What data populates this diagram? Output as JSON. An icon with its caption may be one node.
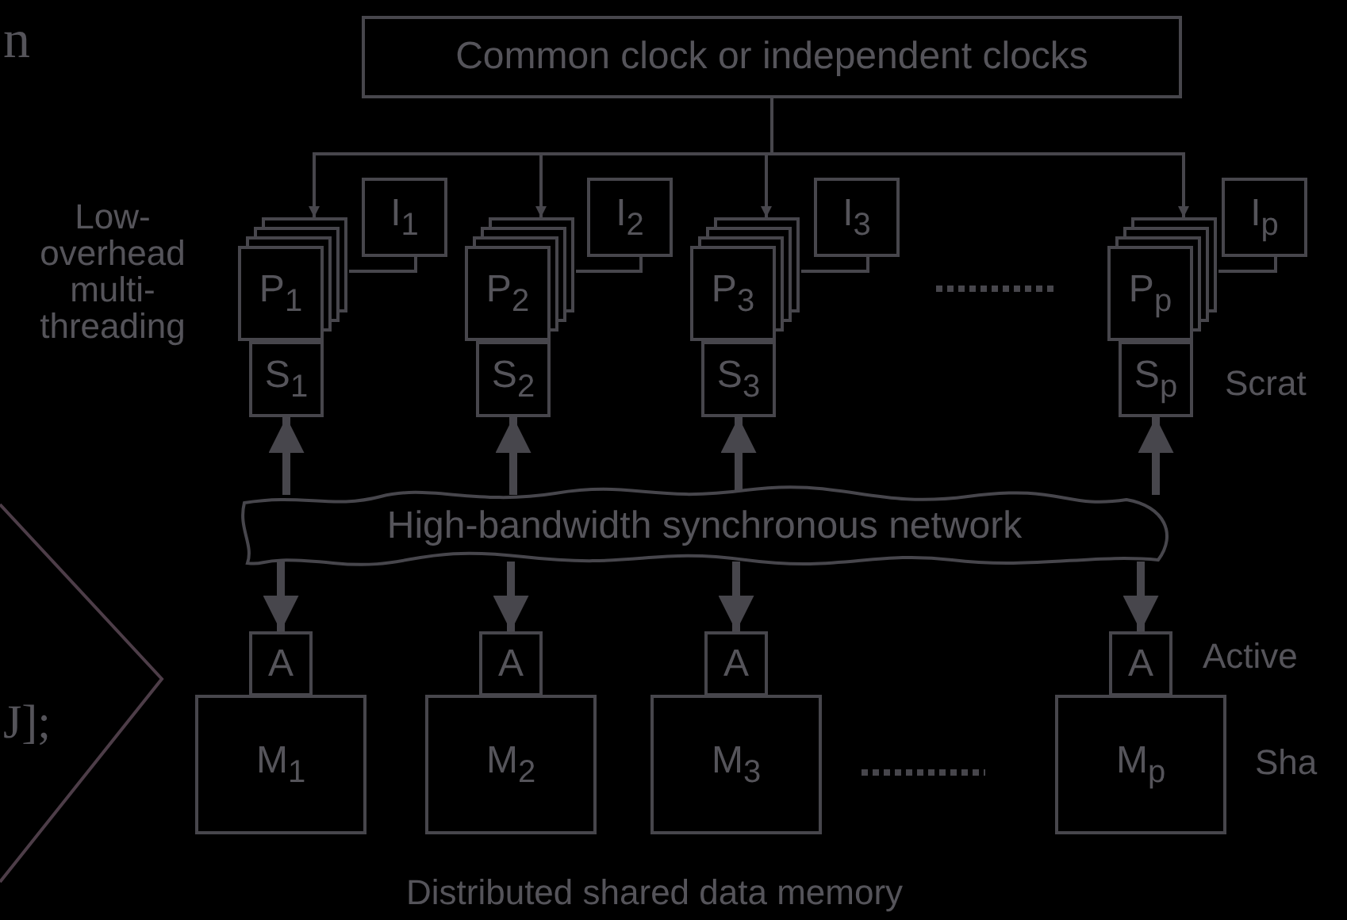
{
  "diagram": {
    "nodes": [
      {
        "text": [
          "Common clock or independent clocks"
        ]
      },
      {
        "text": [
          "P$_{1}$"
        ]
      },
      {
        "text": [
          "P$_{2}$"
        ]
      },
      {
        "text": [
          "P$_{3}$"
        ]
      },
      {
        "text": [
          "P$_{p}$"
        ]
      },
      {
        "text": [
          "I$_{1}$"
        ]
      },
      {
        "text": [
          "I$_{2}$"
        ]
      },
      {
        "text": [
          "I$_{3}$"
        ]
      },
      {
        "text": [
          "I$_{p}$"
        ]
      },
      {
        "text": [
          "S$_{1}$"
        ]
      },
      {
        "text": [
          "S$_{2}$"
        ]
      },
      {
        "text": [
          "S$_{3}$"
        ]
      },
      {
        "text": [
          "S$_{p}$"
        ]
      },
      {
        "text": [
          "High-bandwidth synchronous network"
        ]
      },
      {
        "text": [
          "A"
        ]
      },
      {
        "text": [
          "A"
        ]
      },
      {
        "text": [
          "A"
        ]
      },
      {
        "text": [
          "A"
        ]
      },
      {
        "text": [
          "M$_{1}$"
        ]
      },
      {
        "text": [
          "M$_{2}$"
        ]
      },
      {
        "text": [
          "M$_{3}$"
        ]
      },
      {
        "text": [
          "M$_{p}$"
        ]
      }
    ],
    "edges": [
      {
        "from": 0,
        "to": 1,
        "arrow": "to"
      },
      {
        "from": 0,
        "to": 2,
        "arrow": "to"
      },
      {
        "from": 0,
        "to": 3,
        "arrow": "to"
      },
      {
        "from": 0,
        "to": 4,
        "arrow": "to"
      },
      {
        "from": 5,
        "to": 1,
        "arrow": "none"
      },
      {
        "from": 6,
        "to": 2,
        "arrow": "none"
      },
      {
        "from": 7,
        "to": 3,
        "arrow": "none"
      },
      {
        "from": 8,
        "to": 4,
        "arrow": "none"
      },
      {
        "from": 13,
        "to": 9,
        "arrow": "to",
        "style": "thick"
      },
      {
        "from": 13,
        "to": 10,
        "arrow": "to",
        "style": "thick"
      },
      {
        "from": 13,
        "to": 11,
        "arrow": "to",
        "style": "thick"
      },
      {
        "from": 13,
        "to": 12,
        "arrow": "to",
        "style": "thick"
      },
      {
        "from": 13,
        "to": 14,
        "arrow": "to",
        "style": "thick"
      },
      {
        "from": 13,
        "to": 15,
        "arrow": "to",
        "style": "thick"
      },
      {
        "from": 13,
        "to": 16,
        "arrow": "to",
        "style": "thick"
      },
      {
        "from": 13,
        "to": 17,
        "arrow": "to",
        "style": "thick"
      }
    ],
    "labels": [
      "n",
      "Low-overhead multi-threading",
      "Scrat",
      "Active",
      "J];",
      "Sha",
      "Distributed shared data memory"
    ]
  }
}
